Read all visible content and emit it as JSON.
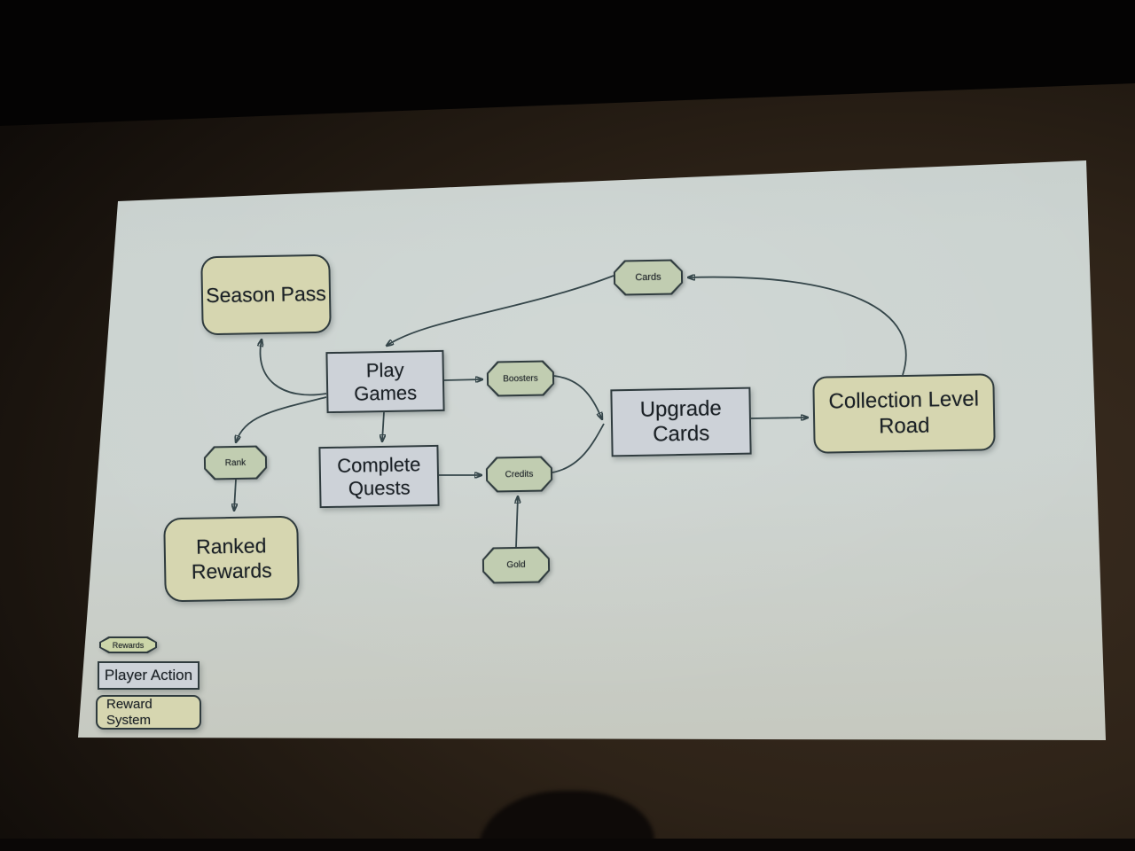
{
  "slide": {
    "nodes": {
      "season_pass": {
        "label": "Season Pass",
        "type": "reward_system"
      },
      "play_games": {
        "label": "Play\nGames",
        "type": "player_action"
      },
      "complete_quests": {
        "label": "Complete\nQuests",
        "type": "player_action"
      },
      "upgrade_cards": {
        "label": "Upgrade\nCards",
        "type": "player_action"
      },
      "collection_level_road": {
        "label": "Collection Level\nRoad",
        "type": "reward_system"
      },
      "ranked_rewards": {
        "label": "Ranked\nRewards",
        "type": "reward_system"
      },
      "cards": {
        "label": "Cards",
        "type": "resource"
      },
      "boosters": {
        "label": "Boosters",
        "type": "resource"
      },
      "credits": {
        "label": "Credits",
        "type": "resource"
      },
      "gold": {
        "label": "Gold",
        "type": "resource"
      },
      "rank": {
        "label": "Rank",
        "type": "resource"
      }
    },
    "edges": [
      {
        "from": "cards",
        "to": "play_games"
      },
      {
        "from": "play_games",
        "to": "season_pass"
      },
      {
        "from": "play_games",
        "to": "rank"
      },
      {
        "from": "play_games",
        "to": "boosters"
      },
      {
        "from": "play_games",
        "to": "complete_quests"
      },
      {
        "from": "complete_quests",
        "to": "credits"
      },
      {
        "from": "gold",
        "to": "credits"
      },
      {
        "from": "boosters",
        "to": "upgrade_cards"
      },
      {
        "from": "credits",
        "to": "upgrade_cards"
      },
      {
        "from": "upgrade_cards",
        "to": "collection_level_road"
      },
      {
        "from": "collection_level_road",
        "to": "cards"
      },
      {
        "from": "rank",
        "to": "ranked_rewards"
      }
    ],
    "legend": {
      "rewards": {
        "label": "Rewards",
        "type": "resource"
      },
      "player_action": {
        "label": "Player Action",
        "type": "player_action"
      },
      "reward_system": {
        "label": "Reward\nSystem",
        "type": "reward_system"
      }
    },
    "colors": {
      "player_action_fill": "#cdd2d8",
      "reward_system_fill": "#d6d6b0",
      "resource_fill": "#c1cdb1",
      "legend_rewards_fill": "#ccd6a9",
      "outline": "#2f3b3e",
      "arrow": "#35464a",
      "text": "#1b2126",
      "screen_surface": "#c8d0cd"
    }
  }
}
